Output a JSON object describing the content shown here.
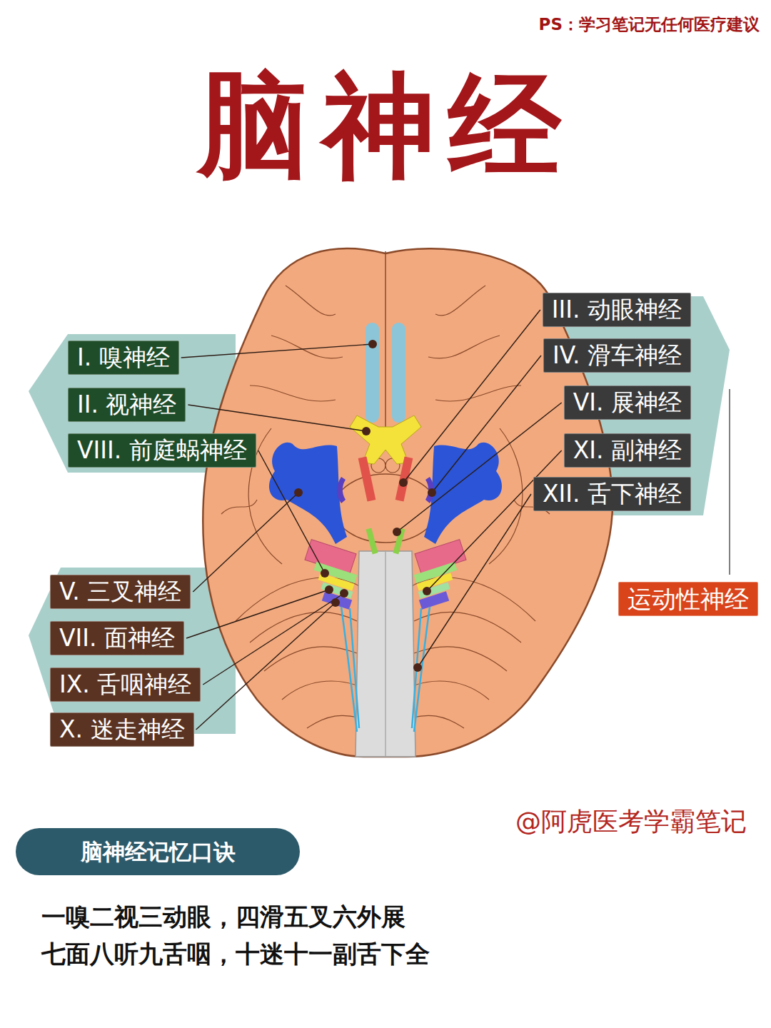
{
  "diagram": {
    "title": "脑神经",
    "nodes": [
      {
        "text": [
          "I. 嗅神经"
        ]
      },
      {
        "text": [
          "II. 视神经"
        ]
      },
      {
        "text": [
          "VIII. 前庭蜗神经"
        ]
      },
      {
        "text": [
          "III. 动眼神经"
        ]
      },
      {
        "text": [
          "IV. 滑车神经"
        ]
      },
      {
        "text": [
          "VI. 展神经"
        ]
      },
      {
        "text": [
          "XI. 副神经"
        ]
      },
      {
        "text": [
          "XII. 舌下神经"
        ]
      },
      {
        "text": [
          "运动性神经"
        ]
      },
      {
        "text": [
          "V. 三叉神经"
        ]
      },
      {
        "text": [
          "VII. 面神经"
        ]
      },
      {
        "text": [
          "IX. 舌咽神经"
        ]
      },
      {
        "text": [
          "X. 迷走神经"
        ]
      },
      {
        "text": [
          "脑神经记忆口诀"
        ]
      }
    ],
    "labels": [
      "PS：学习笔记无任何医疗建议",
      "@阿虎医考学霸笔记",
      "一嗅二视三动眼，四滑五叉六外展",
      "七面八听九舌咽，十迷十一副舌下全"
    ]
  }
}
